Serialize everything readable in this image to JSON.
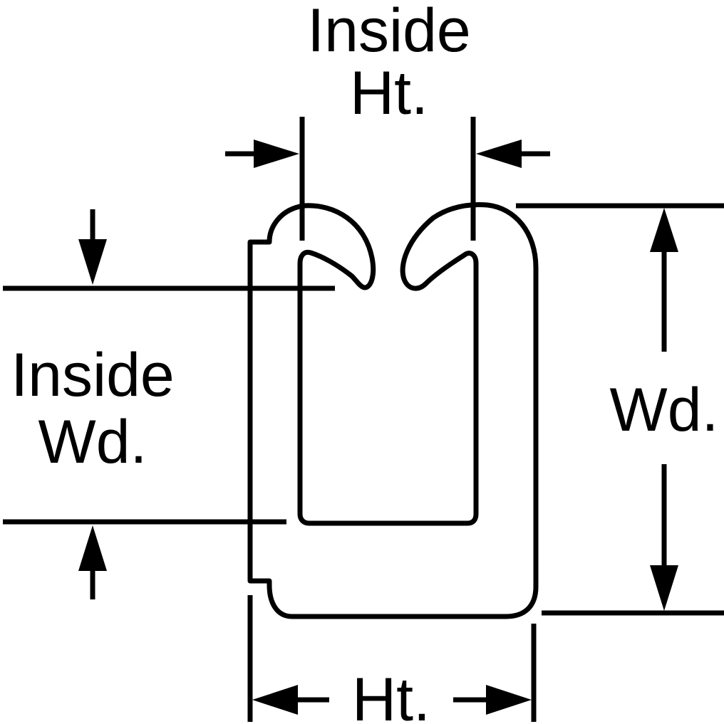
{
  "labels": {
    "inside_ht_line1": "Inside",
    "inside_ht_line2": "Ht.",
    "inside_wd_line1": "Inside",
    "inside_wd_line2": "Wd.",
    "wd": "Wd.",
    "ht": "Ht."
  },
  "colors": {
    "ink": "#000000",
    "background": "#ffffff"
  }
}
